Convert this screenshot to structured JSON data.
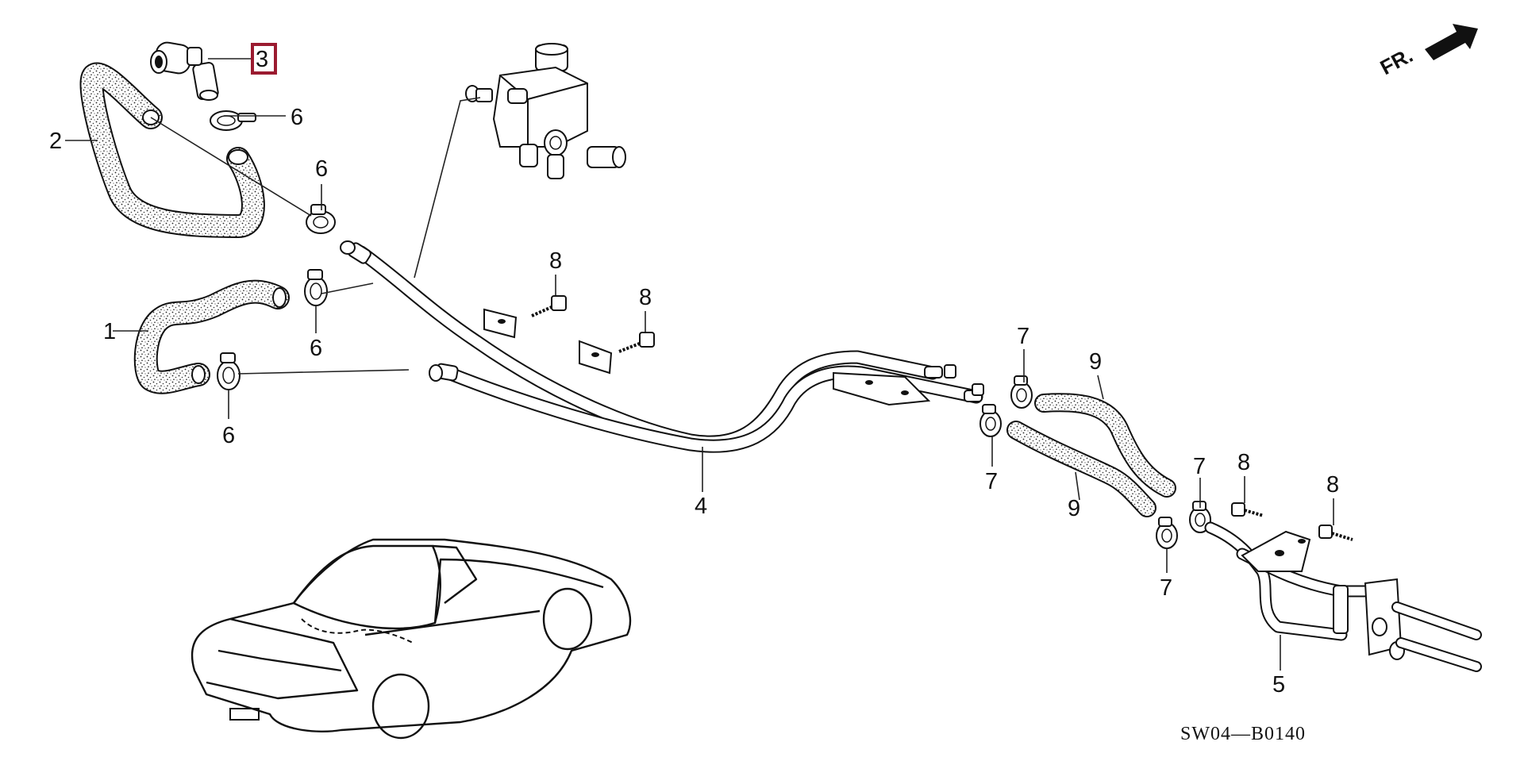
{
  "diagram": {
    "code": "SW04—B0140",
    "direction_label": "FR.",
    "highlight_color": "#9b1b30",
    "callouts": {
      "c1": "1",
      "c2": "2",
      "c3": "3",
      "c4": "4",
      "c5": "5",
      "c6a": "6",
      "c6b": "6",
      "c6c": "6",
      "c6d": "6",
      "c7a": "7",
      "c7b": "7",
      "c7c": "7",
      "c7d": "7",
      "c8a": "8",
      "c8b": "8",
      "c8c": "8",
      "c8d": "8",
      "c9a": "9",
      "c9b": "9"
    }
  }
}
